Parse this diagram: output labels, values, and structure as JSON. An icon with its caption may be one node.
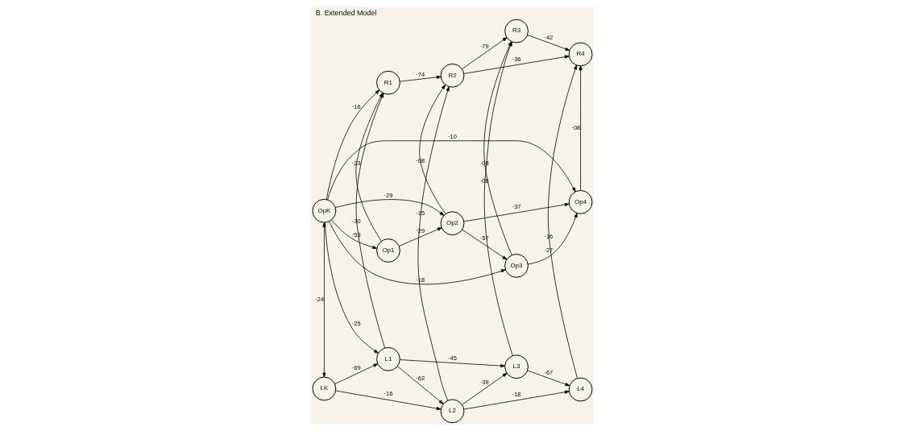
{
  "diagram": {
    "title": "B. Extended Model",
    "nodes": [
      {
        "text": [
          "OpK"
        ]
      },
      {
        "text": [
          "Op1"
        ]
      },
      {
        "text": [
          "Op2"
        ]
      },
      {
        "text": [
          "Op3"
        ]
      },
      {
        "text": [
          "Op4"
        ]
      },
      {
        "text": [
          "R1"
        ]
      },
      {
        "text": [
          "R2"
        ]
      },
      {
        "text": [
          "R3"
        ]
      },
      {
        "text": [
          "R4"
        ]
      },
      {
        "text": [
          "LK"
        ]
      },
      {
        "text": [
          "L1"
        ]
      },
      {
        "text": [
          "L2"
        ]
      },
      {
        "text": [
          "L3"
        ]
      },
      {
        "text": [
          "L4"
        ]
      }
    ],
    "edges": [
      {
        "from": 0,
        "to": 1,
        "arrow": "to",
        "label": "·53"
      },
      {
        "from": 1,
        "to": 2,
        "arrow": "to",
        "label": "·29"
      },
      {
        "from": 2,
        "to": 3,
        "arrow": "to",
        "label": "·57"
      },
      {
        "from": 3,
        "to": 4,
        "arrow": "to",
        "label": "·27"
      },
      {
        "from": 0,
        "to": 2,
        "arrow": "to",
        "label": "·29"
      },
      {
        "from": 0,
        "to": 3,
        "arrow": "to",
        "label": "·18"
      },
      {
        "from": 0,
        "to": 4,
        "arrow": "to",
        "label": "·10"
      },
      {
        "from": 2,
        "to": 4,
        "arrow": "to",
        "label": "·37"
      },
      {
        "from": 1,
        "to": 5,
        "arrow": "to",
        "label": "·23"
      },
      {
        "from": 0,
        "to": 5,
        "arrow": "to",
        "label": "·16"
      },
      {
        "from": 0,
        "to": 10,
        "arrow": "to",
        "label": "·25"
      },
      {
        "from": 0,
        "to": 9,
        "arrow": "both",
        "label": "·24"
      },
      {
        "from": 9,
        "to": 10,
        "arrow": "to",
        "label": "·69"
      },
      {
        "from": 10,
        "to": 11,
        "arrow": "to",
        "label": "·62"
      },
      {
        "from": 11,
        "to": 12,
        "arrow": "to",
        "label": "·39"
      },
      {
        "from": 12,
        "to": 13,
        "arrow": "to",
        "label": "·67"
      },
      {
        "from": 10,
        "to": 5,
        "arrow": "to",
        "label": "·30"
      },
      {
        "from": 5,
        "to": 6,
        "arrow": "to",
        "label": "·74"
      },
      {
        "from": 6,
        "to": 7,
        "arrow": "to",
        "label": "·79"
      },
      {
        "from": 7,
        "to": 8,
        "arrow": "to",
        "label": "·42"
      },
      {
        "from": 2,
        "to": 6,
        "arrow": "to",
        "label": "·08"
      },
      {
        "from": 3,
        "to": 7,
        "arrow": "to",
        "label": "·08"
      },
      {
        "from": 4,
        "to": 8,
        "arrow": "to",
        "label": "·08"
      },
      {
        "from": 6,
        "to": 8,
        "arrow": "to",
        "label": "·36"
      },
      {
        "from": 11,
        "to": 6,
        "arrow": "to",
        "label": "·15"
      },
      {
        "from": 12,
        "to": 7,
        "arrow": "to",
        "label": "·08"
      },
      {
        "from": 13,
        "to": 8,
        "arrow": "to",
        "label": "·16"
      },
      {
        "from": 9,
        "to": 11,
        "arrow": "to",
        "label": "·16"
      },
      {
        "from": 10,
        "to": 12,
        "arrow": "to",
        "label": "·45"
      },
      {
        "from": 11,
        "to": 13,
        "arrow": "to",
        "label": "·18"
      }
    ]
  }
}
